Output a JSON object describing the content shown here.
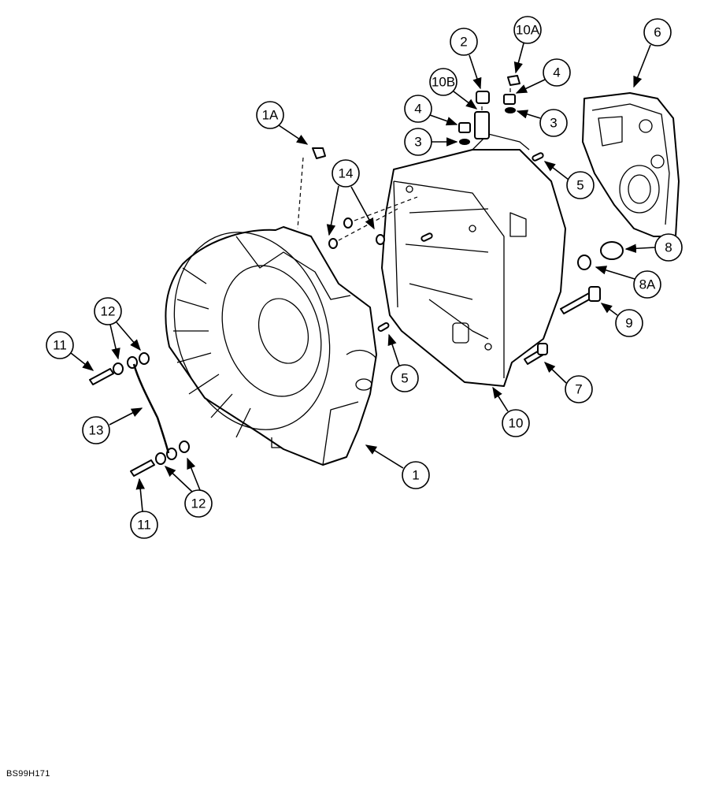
{
  "figure_code": "BS99H171",
  "callouts": [
    {
      "label": "1"
    },
    {
      "label": "1A"
    },
    {
      "label": "2"
    },
    {
      "label": "3"
    },
    {
      "label": "3"
    },
    {
      "label": "4"
    },
    {
      "label": "4"
    },
    {
      "label": "5"
    },
    {
      "label": "5"
    },
    {
      "label": "6"
    },
    {
      "label": "7"
    },
    {
      "label": "8"
    },
    {
      "label": "8A"
    },
    {
      "label": "9"
    },
    {
      "label": "10"
    },
    {
      "label": "10A"
    },
    {
      "label": "10B"
    },
    {
      "label": "11"
    },
    {
      "label": "11"
    },
    {
      "label": "12"
    },
    {
      "label": "12"
    },
    {
      "label": "13"
    },
    {
      "label": "14"
    }
  ]
}
